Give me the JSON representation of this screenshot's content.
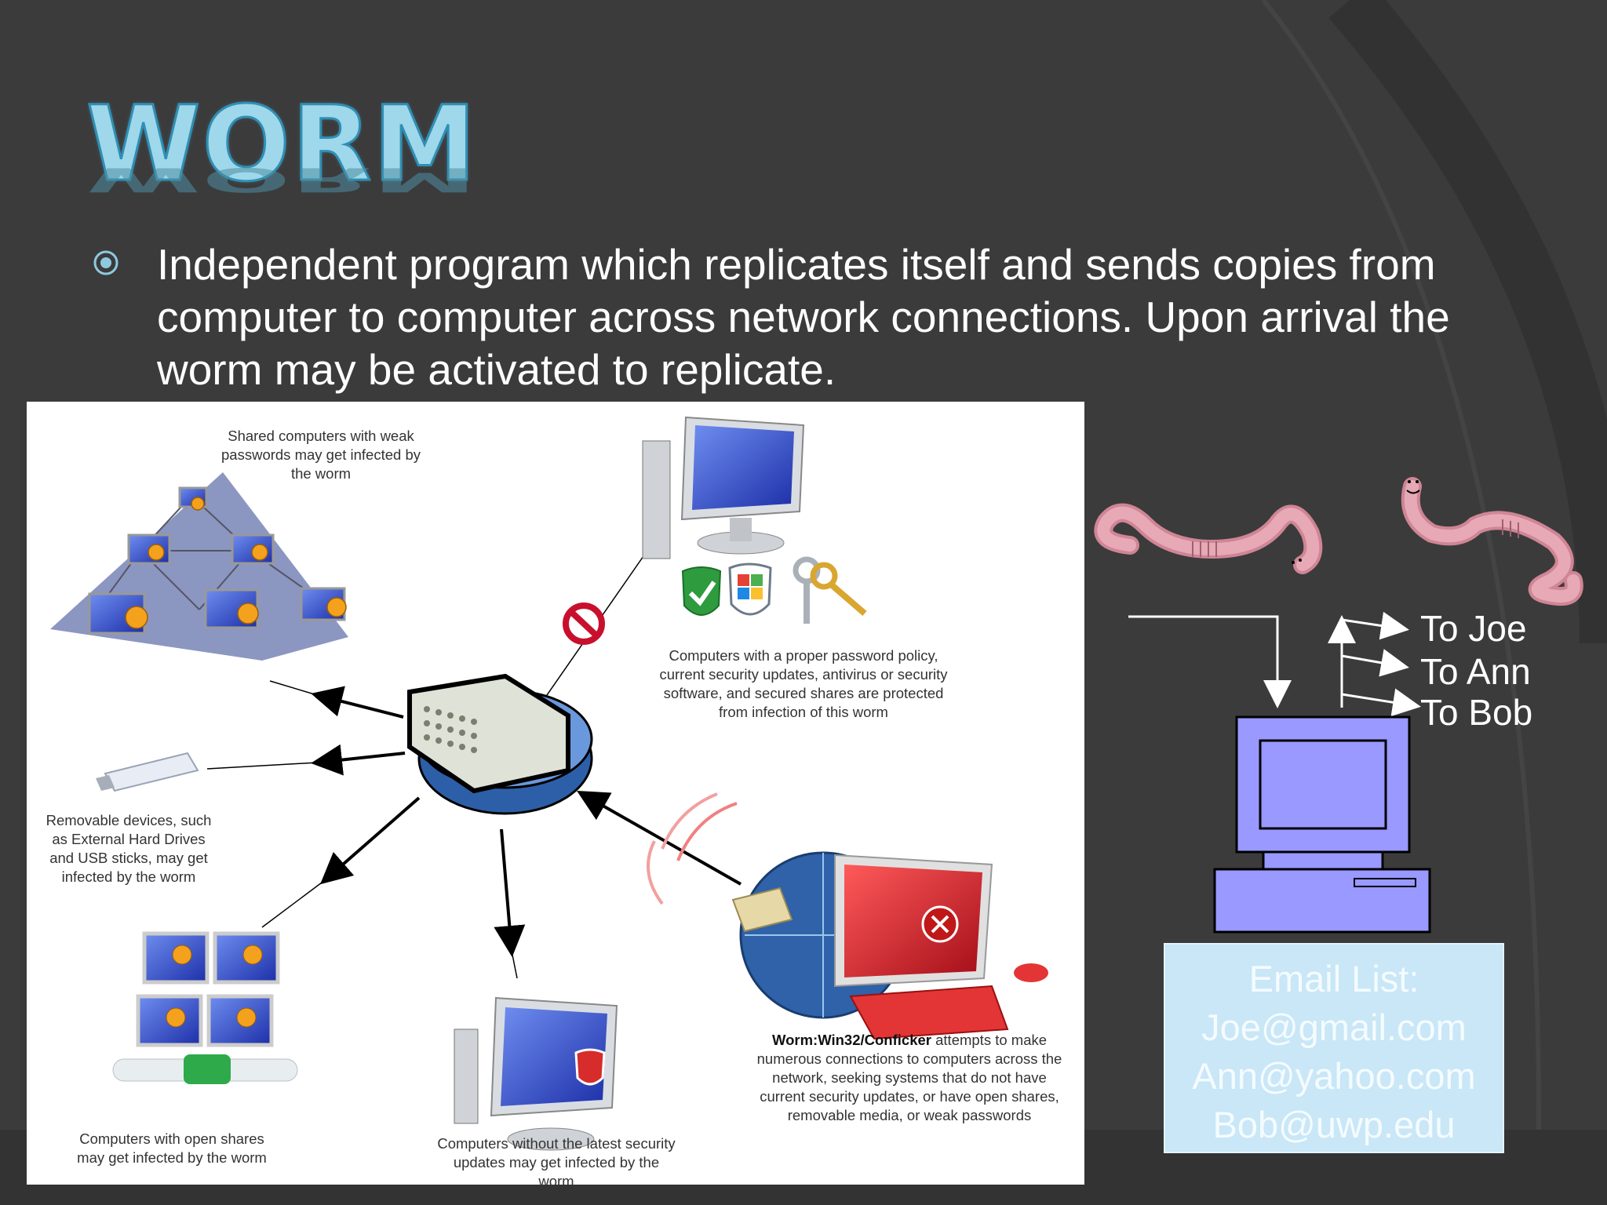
{
  "slide": {
    "title": "WORM",
    "bullet": "Independent program which replicates itself and sends copies from computer to computer across network connections.  Upon arrival the worm may be activated to replicate."
  },
  "diagram": {
    "captions": {
      "shared": [
        "Shared computers with weak",
        "passwords may get infected by",
        "the worm"
      ],
      "protected": [
        "Computers with a proper password policy,",
        "current security updates, antivirus or security",
        "software, and secured shares are protected",
        "from infection of this worm"
      ],
      "removable": [
        "Removable devices, such",
        "as External Hard Drives",
        "and USB sticks, may get",
        "infected by the worm"
      ],
      "conficker_name": "Worm:Win32/Conficker",
      "conficker": [
        " attempts to make",
        "numerous connections to computers across the",
        "network, seeking systems that do not have",
        "current security updates, or have open shares,",
        "removable media, or weak passwords"
      ],
      "open_shares": [
        "Computers with open shares",
        "may get infected by the worm"
      ],
      "no_updates": [
        "Computers without the latest security",
        "updates may get infected by the",
        "worm"
      ]
    }
  },
  "propagation": {
    "targets": [
      "To Joe",
      "To Ann",
      "To Bob"
    ],
    "email_list": {
      "heading": "Email List:",
      "addresses": [
        "Joe@gmail.com",
        "Ann@yahoo.com",
        "Bob@uwp.edu"
      ]
    }
  },
  "colors": {
    "background": "#3b3b3c",
    "title": "#9fd8ea",
    "computer": "#9999ff",
    "worm": "#d48a9a",
    "email_box": "#c9e7f6"
  }
}
